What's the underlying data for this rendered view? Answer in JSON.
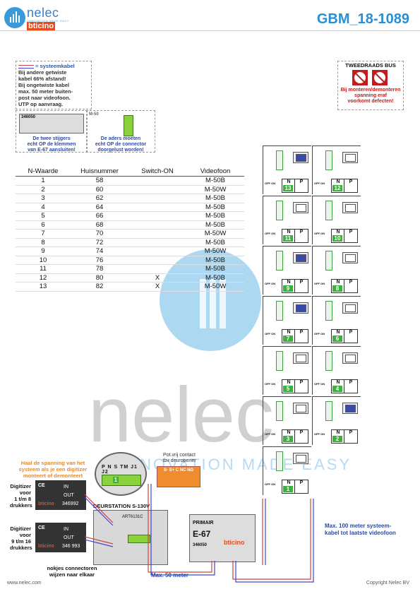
{
  "header": {
    "brand": "nelec",
    "tagline": "INNOVATION MADE EASY",
    "sub_brand": "bticino",
    "document_id": "GBM_18-1089"
  },
  "cable_note": {
    "title": "= systeemkabel",
    "line1": "Bij andere getwiste",
    "line2": "kabel 66% afstand!",
    "line3": "Bij ongetwiste kabel",
    "line4": "max. 50 meter buiten-",
    "line5": "post naar videofoon.",
    "line6": "UTP op aanvraag."
  },
  "bus_box": {
    "title": "TWEEDRAADS BUS",
    "warn1": "Bij monteren/demonteren",
    "warn2": "spanning eraf",
    "warn3": "voorkomt defecten!"
  },
  "detail_left": {
    "label": "346050",
    "text1": "De twee stijgers",
    "text2": "echt OP de klemmen",
    "text3": "van E-67 aansluiten!"
  },
  "detail_right": {
    "label": "M-50",
    "text1": "De aders moeten",
    "text2": "echt OP de connector",
    "text3": "doorgelust worden!"
  },
  "table": {
    "headers": [
      "N-Waarde",
      "Huisnummer",
      "Switch-ON",
      "Videofoon"
    ],
    "rows": [
      [
        "1",
        "58",
        "",
        "M-50B"
      ],
      [
        "2",
        "60",
        "",
        "M-50W"
      ],
      [
        "3",
        "62",
        "",
        "M-50B"
      ],
      [
        "4",
        "64",
        "",
        "M-50B"
      ],
      [
        "5",
        "66",
        "",
        "M-50B"
      ],
      [
        "6",
        "68",
        "",
        "M-50B"
      ],
      [
        "7",
        "70",
        "",
        "M-50W"
      ],
      [
        "8",
        "72",
        "",
        "M-50B"
      ],
      [
        "9",
        "74",
        "",
        "M-50W"
      ],
      [
        "10",
        "76",
        "",
        "M-50B"
      ],
      [
        "11",
        "78",
        "",
        "M-50B"
      ],
      [
        "12",
        "80",
        "X",
        "M-50B"
      ],
      [
        "13",
        "82",
        "X",
        "M-50W"
      ]
    ]
  },
  "units": [
    {
      "n": "13",
      "white": true
    },
    {
      "n": "12",
      "white": false
    },
    {
      "n": "11",
      "white": false
    },
    {
      "n": "10",
      "white": false
    },
    {
      "n": "9",
      "white": true
    },
    {
      "n": "8",
      "white": false
    },
    {
      "n": "7",
      "white": true
    },
    {
      "n": "6",
      "white": false
    },
    {
      "n": "5",
      "white": false
    },
    {
      "n": "4",
      "white": false
    },
    {
      "n": "3",
      "white": false
    },
    {
      "n": "2",
      "white": true
    },
    {
      "n": "1",
      "white": false
    }
  ],
  "np": {
    "n": "N",
    "p": "P"
  },
  "off_on": "OFF ON",
  "supply_note": {
    "l1": "Haal de spanning van het",
    "l2": "systeem als je een digitizer",
    "l3": "monteert of demonteert"
  },
  "connector": {
    "labels": "P N S TM J1 J2",
    "value": "1"
  },
  "contact": {
    "l1": "Pot.vrij contact",
    "l2": "tbv deuropener",
    "pins": "S- S+ C NC NO"
  },
  "digitizer1": {
    "l1": "Digitizer",
    "l2": "voor",
    "l3": "1 t/m 8",
    "l4": "drukkers",
    "code": "346992",
    "ce": "CE",
    "in": "IN",
    "out": "OUT"
  },
  "digitizer2": {
    "l1": "Digitizer",
    "l2": "voor",
    "l3": "9 t/m 16",
    "l4": "drukkers",
    "code": "346 993",
    "ce": "CE",
    "in": "IN",
    "out": "OUT"
  },
  "doorstation": {
    "title": "DEURSTATION S-130V",
    "code": "ART6131C"
  },
  "nokjes": {
    "l1": "nokjes connectoren",
    "l2": "wijzen naar elkaar"
  },
  "e67": {
    "primair": "PRIMAIR",
    "name": "E-67",
    "code": "346050",
    "brand": "bticino"
  },
  "max50": "Max. 50 meter",
  "max100": {
    "l1": "Max. 100 meter systeem-",
    "l2": "kabel tot laatste videofoon"
  },
  "footer": {
    "left": "www.nelec.com",
    "right": "Copyright Nelec BV"
  },
  "colors": {
    "accent": "#2a8fd0",
    "green": "#3fb03f",
    "orange": "#e88a2a",
    "red": "#c41c1c"
  }
}
